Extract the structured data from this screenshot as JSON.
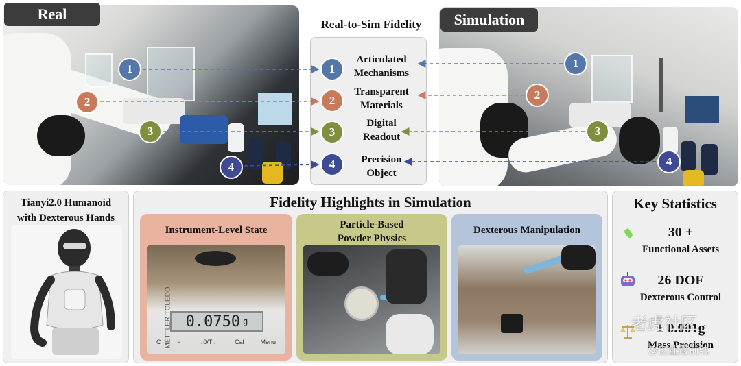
{
  "real_panel": {
    "tag": "Real"
  },
  "sim_panel": {
    "tag": "Simulation"
  },
  "center": {
    "title": "Real-to-Sim Fidelity",
    "items": [
      {
        "num": "1",
        "line1": "Articulated",
        "line2": "Mechanisms",
        "color": "#5576a8"
      },
      {
        "num": "2",
        "line1": "Transparent",
        "line2": "Materials",
        "color": "#c87a5c"
      },
      {
        "num": "3",
        "line1": "Digital",
        "line2": "Readout",
        "color": "#7e8f3e"
      },
      {
        "num": "4",
        "line1": "Precision",
        "line2": "Object",
        "color": "#3e4a96"
      }
    ]
  },
  "left_box": {
    "title_line1": "Tianyi2.0 Humanoid",
    "title_line2": "with Dexterous Hands"
  },
  "highlights": {
    "title": "Fidelity Highlights in Simulation",
    "cards": [
      {
        "title_line1": "Instrument-Level State",
        "title_line2": "",
        "readout": "0.0750",
        "unit": "g",
        "brand": "METTLER TOLEDO",
        "keys": [
          "C",
          "≡",
          "→0/T←",
          "Cal",
          "Menu"
        ]
      },
      {
        "title_line1": "Particle-Based",
        "title_line2": "Powder Physics"
      },
      {
        "title_line1": "Dexterous Manipulation",
        "title_line2": ""
      }
    ]
  },
  "stats": {
    "title": "Key Statistics",
    "items": [
      {
        "value": "30 +",
        "label": "Functional Assets",
        "icon": "test-tube-icon"
      },
      {
        "value": "26 DOF",
        "label": "Dexterous Control",
        "icon": "robot-face-icon"
      },
      {
        "value": "± 0.001g",
        "label": "Mass Precision",
        "icon": "balance-scale-icon"
      }
    ]
  },
  "watermark": {
    "line1": "老虎社区",
    "line2": "@创业最前线"
  }
}
